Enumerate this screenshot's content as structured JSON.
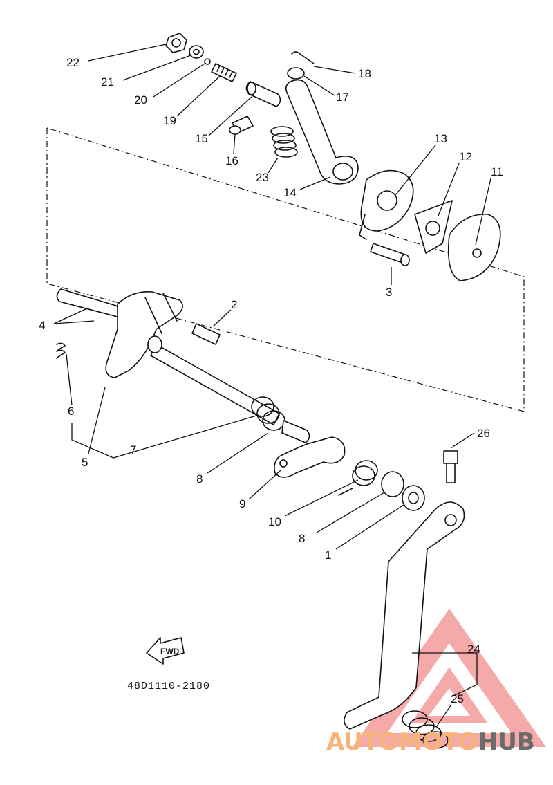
{
  "diagram": {
    "code": "48D1110-2180",
    "fwd_label": "FWD",
    "watermark": {
      "part1": "AUTOMOTO",
      "part2": "HUB",
      "accent": "#f39a9a",
      "text_light": "#f6b37a",
      "text_dark": "#6b6b6b"
    },
    "callouts": [
      "22",
      "21",
      "20",
      "19",
      "15",
      "16",
      "23",
      "18",
      "17",
      "14",
      "13",
      "12",
      "11",
      "3",
      "2",
      "4",
      "6",
      "5",
      "7",
      "8",
      "9",
      "10",
      "8",
      "1",
      "26",
      "24",
      "25"
    ]
  }
}
